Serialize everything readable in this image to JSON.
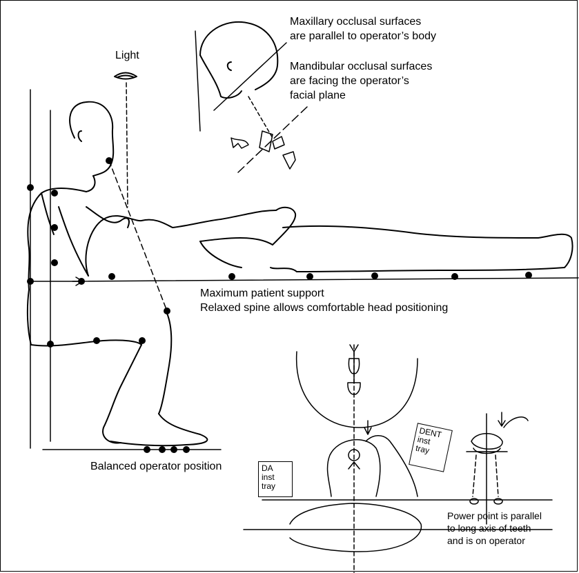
{
  "labels": {
    "light": "Light",
    "maxillary_line1": "Maxillary occlusal surfaces",
    "maxillary_line2": "are parallel to operator’s body",
    "mandibular_line1": "Mandibular occlusal surfaces",
    "mandibular_line2": "are facing the operator’s",
    "mandibular_line3": "facial plane",
    "support_line1": "Maximum patient support",
    "support_line2": "Relaxed spine allows comfortable head positioning",
    "balanced": "Balanced operator position",
    "power_line1": "Power point is parallel",
    "power_line2": "to long axis of teeth",
    "power_line3": "and is on operator"
  },
  "trays": {
    "da": [
      "DA",
      "inst",
      "tray"
    ],
    "dent": [
      "DENT",
      "inst",
      "tray"
    ]
  },
  "colors": {
    "ink": "#000000",
    "background": "#ffffff"
  }
}
